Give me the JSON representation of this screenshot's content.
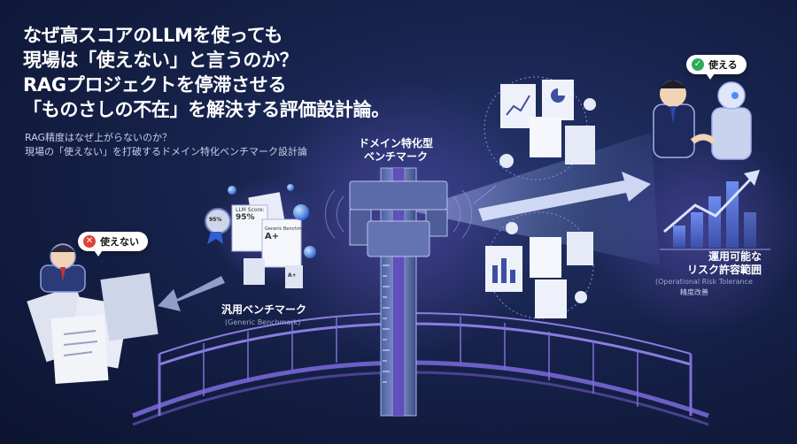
{
  "title": {
    "line1": "なぜ高スコアのLLMを使っても",
    "line2": "現場は「使えない」と言うのか？",
    "line3": "RAGプロジェクトを停滞させる",
    "line4": "「ものさしの不在」を解決する評価設計論。"
  },
  "subtitle": {
    "line1": "RAG精度はなぜ上がらないのか？",
    "line2": "現場の「使えない」を打破するドメイン特化ベンチマーク設計論"
  },
  "labels": {
    "domain_benchmark_line1": "ドメイン特化型",
    "domain_benchmark_line2": "ベンチマーク",
    "generic_benchmark": "汎用ベンチマーク",
    "generic_benchmark_en": "(Generic Benchmark)",
    "risk_line1": "運用可能な",
    "risk_line2": "リスク許容範囲",
    "risk_en": "(Operational Risk Tolerance",
    "risk_note": "精度改善"
  },
  "bubbles": {
    "unusable": "使えない",
    "usable": "使える"
  },
  "score_card": {
    "llm_score_label": "LLM Score:",
    "llm_score_value": "95%",
    "badge_value": "95%",
    "generic_label": "Generic Benchmark:",
    "grade": "A+",
    "grade_small": "A+"
  },
  "colors": {
    "background": "#101a3d",
    "accent_purple": "#7a55d9",
    "accent_blue": "#5b8fe8",
    "ng_red": "#e0413a",
    "ok_green": "#2eaa5a"
  }
}
